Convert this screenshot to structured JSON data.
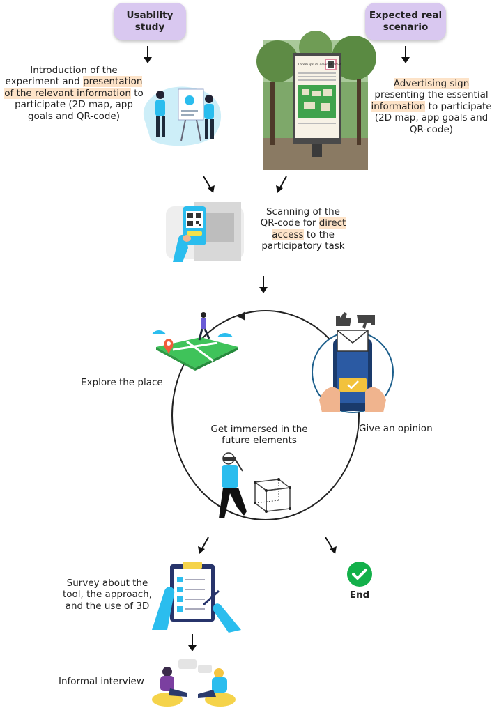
{
  "usability_label": "Usability study",
  "expected_label": "Expected real scenario",
  "intro": {
    "pre": "Introduction of the experiment and ",
    "hl": "presentation of the relevant information",
    "post": " to participate (2D map, app goals and QR-code)"
  },
  "advert": {
    "hl1": "Advertising sign",
    "mid": " presenting the essential ",
    "hl2": "information",
    "post": " to participate (2D map, app goals and QR-code)"
  },
  "billboard_text": "Lorem ipsum dolor sit amet",
  "scan": {
    "pre": "Scanning of the QR-code for ",
    "hl": "direct access",
    "post": " to the participatory task"
  },
  "explore_label": "Explore the place",
  "opinion_label": "Give an opinion",
  "immersed_label": "Get immersed in the future elements",
  "survey_label": "Survey about the tool, the approach, and the use of 3D",
  "end_label": "End",
  "interview_label": "Informal interview",
  "colors": {
    "pill": "#d9c8f0",
    "highlight": "#fde3c8",
    "map_green": "#3fc35a",
    "accent_blue": "#2bbdee",
    "end_green": "#13b04a"
  },
  "icons": [
    "arrow-down-icon",
    "qr-code-icon",
    "map-pin-icon",
    "thumbs-up-icon",
    "thumbs-down-icon",
    "envelope-icon",
    "checkmark-icon",
    "clipboard-icon",
    "cube-icon"
  ]
}
